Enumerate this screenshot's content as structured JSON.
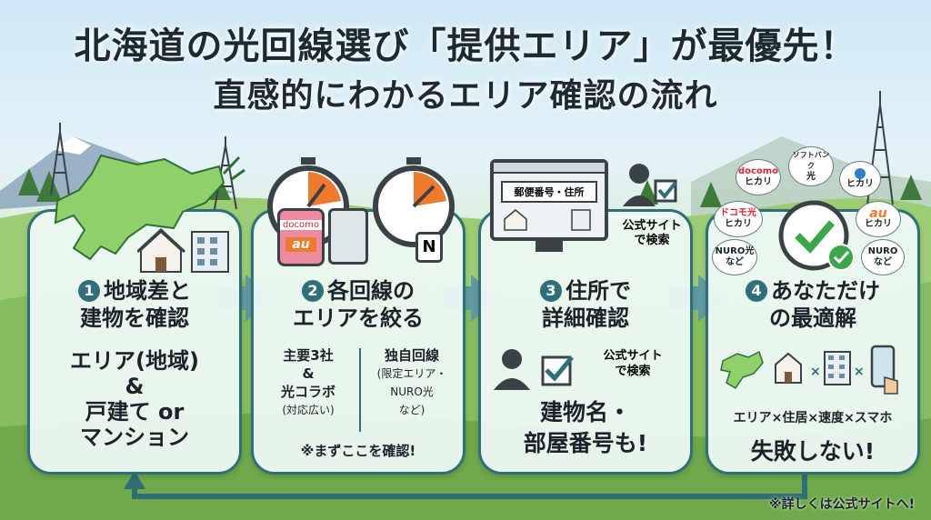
{
  "title": {
    "line1": "北海道の光回線選び「提供エリア」が最優先！",
    "line2": "直感的にわかるエリア確認の流れ"
  },
  "steps": [
    {
      "num": "1",
      "heading_line1": "地域差と",
      "heading_line2": "建物を確認",
      "body_line1": "エリア(地域)",
      "body_line2": "&",
      "body_line3": "戸建て or",
      "body_line4": "マンション"
    },
    {
      "num": "2",
      "heading_line1": "各回線の",
      "heading_line2": "エリアを絞る",
      "left_line1": "主要3社",
      "left_line2": "&",
      "left_line3": "光コラボ",
      "left_note": "(対応広い)",
      "right_line1": "独自回線",
      "right_note1": "(限定エリア・",
      "right_note2": "NURO光",
      "right_note3": "など)",
      "footer": "※まずここを確認!",
      "phone_logo_1": "docomo",
      "phone_logo_2": "au",
      "tablet_logo": "N"
    },
    {
      "num": "3",
      "heading_line1": "住所で",
      "heading_line2": "詳細確認",
      "screen_label": "郵便番号・住所",
      "top_search_line1": "公式サイト",
      "top_search_line2": "で検索",
      "mid_search_line1": "公式サイト",
      "mid_search_line2": "で検索",
      "body_line1": "建物名・",
      "body_line2": "部屋番号も!"
    },
    {
      "num": "4",
      "heading_line1": "あなただけ",
      "heading_line2": "の最適解",
      "formula": "エリア×住居×速度×スマホ",
      "body": "失敗しない!",
      "times": "×",
      "logos": [
        {
          "line1": "docomo",
          "line2": "ヒカリ"
        },
        {
          "line1": "ソフトバンク",
          "line2": "光"
        },
        {
          "line1": "",
          "line2": "ヒカリ"
        },
        {
          "line1": "ドコモ光",
          "line2": "ヒカリ"
        },
        {
          "line1": "au",
          "line2": "ヒカリ"
        },
        {
          "line1": "NURO光",
          "line2": "など"
        },
        {
          "line1": "NURO",
          "line2": "など"
        }
      ]
    }
  ],
  "footnote": "※詳しくは公式サイトへ!",
  "colors": {
    "accent": "#2f6f78",
    "arrow": "#5f9aa0",
    "panel_bg": "#f0faf8",
    "hokkaido": "#8fd06a",
    "au_orange": "#f07a2c",
    "docomo_red": "#d8263a",
    "check_green": "#3aa84a"
  }
}
